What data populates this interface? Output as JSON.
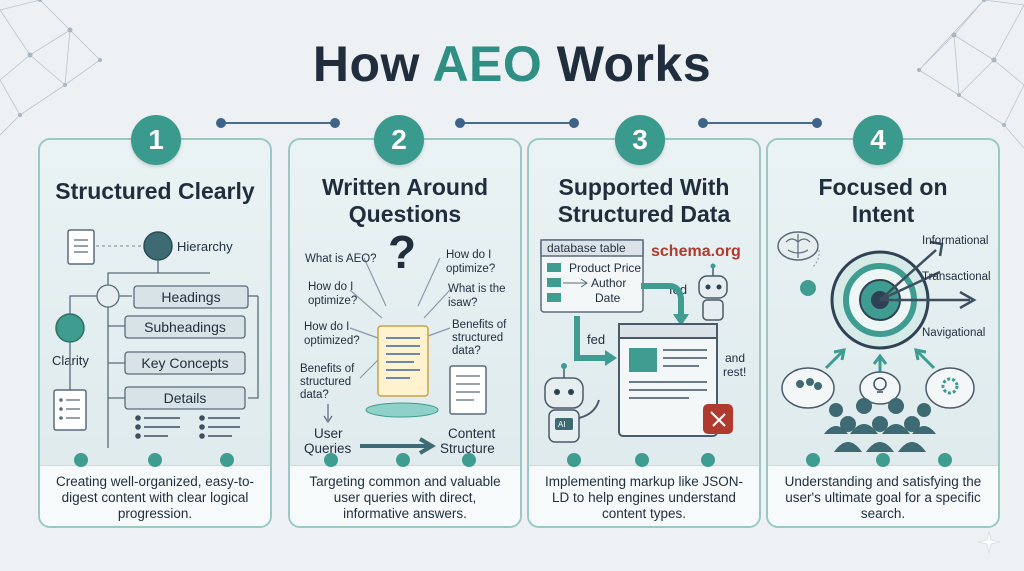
{
  "title": {
    "prefix": "How",
    "accent": "AEO",
    "suffix": "Works"
  },
  "colors": {
    "accent": "#2f8f85",
    "navy": "#1f2d3d",
    "card_border": "#9cc8c4",
    "badge": "#3a9a8e"
  },
  "steps": [
    {
      "number": "1",
      "title": "Structured Clearly",
      "labels": {
        "hierarchy": "Hierarchy",
        "clarity": "Clarity",
        "headings": "Headings",
        "subheadings": "Subheadings",
        "key_concepts": "Key Concepts",
        "details": "Details"
      },
      "description": "Creating well-organized, easy-to-digest content with clear logical progression."
    },
    {
      "number": "2",
      "title": "Written Around Questions",
      "labels": {
        "q1": "What is AEO?",
        "q2a": "How do I",
        "q2b": "optimize?",
        "q3a": "How do I",
        "q3b": "optimize?",
        "q4a": "What is the",
        "q4b": "isaw?",
        "q5a": "How do I",
        "q5b": "optimized?",
        "q6a": "Benefits of",
        "q6b": "structured",
        "q6c": "data?",
        "q7a": "Benefits of",
        "q7b": "structured",
        "q7c": "data?",
        "user_a": "User",
        "user_b": "Queries",
        "content_a": "Content",
        "content_b": "Structure"
      },
      "description": "Targeting common and valuable user queries with direct, informative answers."
    },
    {
      "number": "3",
      "title": "Supported With Structured Data",
      "labels": {
        "db_table": "database table",
        "schema": "schema.org",
        "product_price": "Product Price",
        "author": "Author",
        "date": "Date",
        "fed1": "fed",
        "fed2": "fed",
        "and_rest_a": "and",
        "and_rest_b": "rest!",
        "ai": "AI"
      },
      "description": "Implementing markup like JSON-LD to help engines understand content types."
    },
    {
      "number": "4",
      "title": "Focused on Intent",
      "labels": {
        "informational": "Informational",
        "transactional": "Transactional",
        "navigational": "Navigational"
      },
      "description": "Understanding and satisfying the user's ultimate goal for a specific search."
    }
  ]
}
